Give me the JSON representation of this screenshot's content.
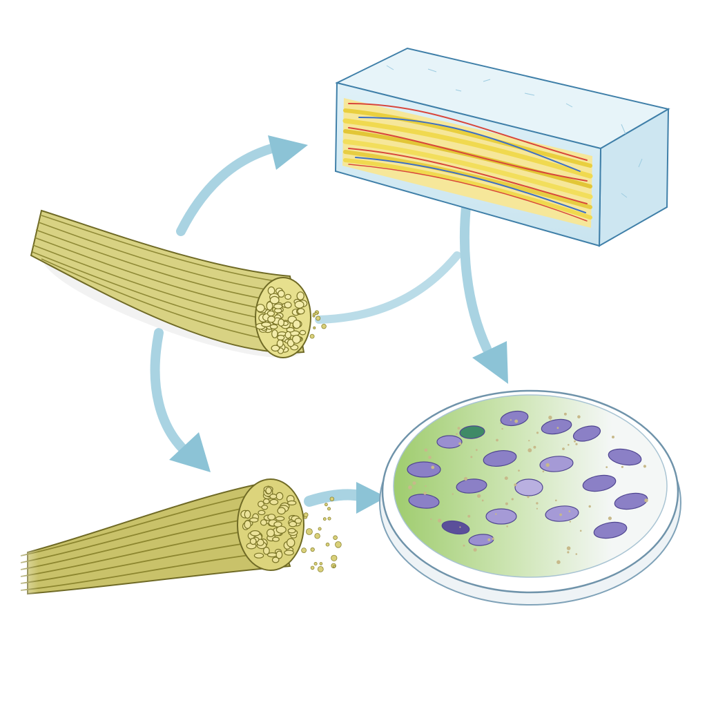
{
  "diagram": {
    "nodes": [
      {
        "id": "fiber-bundle",
        "kind": "cut fiber bundle"
      },
      {
        "id": "ice-block",
        "kind": "translucent block with embedded fibers"
      },
      {
        "id": "frayed-fiber-bundle",
        "kind": "frayed fiber bundle shedding particles"
      },
      {
        "id": "petri-dish",
        "kind": "culture dish with purple cells"
      }
    ],
    "edges": [
      {
        "from": "fiber-bundle",
        "to": "ice-block"
      },
      {
        "from": "fiber-bundle",
        "to": "frayed-fiber-bundle"
      },
      {
        "from": "fiber-bundle",
        "to": "petri-dish"
      },
      {
        "from": "ice-block",
        "to": "petri-dish"
      },
      {
        "from": "frayed-fiber-bundle",
        "to": "petri-dish"
      }
    ]
  },
  "colors": {
    "arrow": "#8cc3d6",
    "fiber_light": "#e0d98c",
    "fiber_mid": "#b9b24f",
    "fiber_dark": "#6f6a25",
    "block_face": "#d6ecf4",
    "block_edge": "#3f7fa8",
    "block_fiber": "#f2dd5a",
    "block_red": "#d8453b",
    "block_blue": "#3d6fc4",
    "dish_rim": "#7fa2b8",
    "dish_medium_green": "#a8d07a",
    "dish_medium_white": "#f3f6f6",
    "cell": "#8b80c6",
    "cell_dark": "#5b4f9a",
    "cell_green": "#3f8a66"
  }
}
